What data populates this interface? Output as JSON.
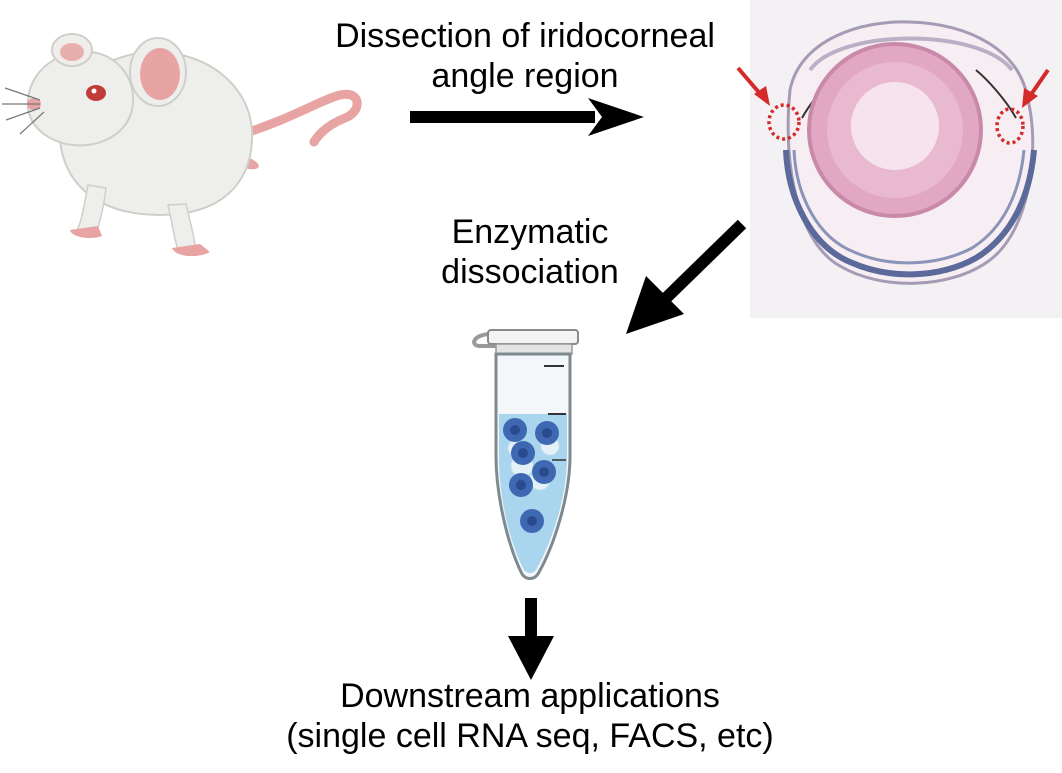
{
  "steps": {
    "dissection": {
      "line1": "Dissection of iridocorneal",
      "line2": "angle region"
    },
    "enzymatic": {
      "line1": "Enzymatic",
      "line2": "dissociation"
    },
    "downstream": {
      "line1": "Downstream applications",
      "line2": "(single cell RNA seq, FACS, etc)"
    }
  },
  "colors": {
    "arrow": "#000000",
    "red_marker": "#d42a2a",
    "mouse_body": "#eeeeec",
    "mouse_pink": "#e8a3a3",
    "tube_liquid": "#a9d6ee",
    "cell": "#3f68b3"
  },
  "icons": [
    "mouse-illustration",
    "eye-section-image",
    "microcentrifuge-tube-icon",
    "cell-icon"
  ]
}
